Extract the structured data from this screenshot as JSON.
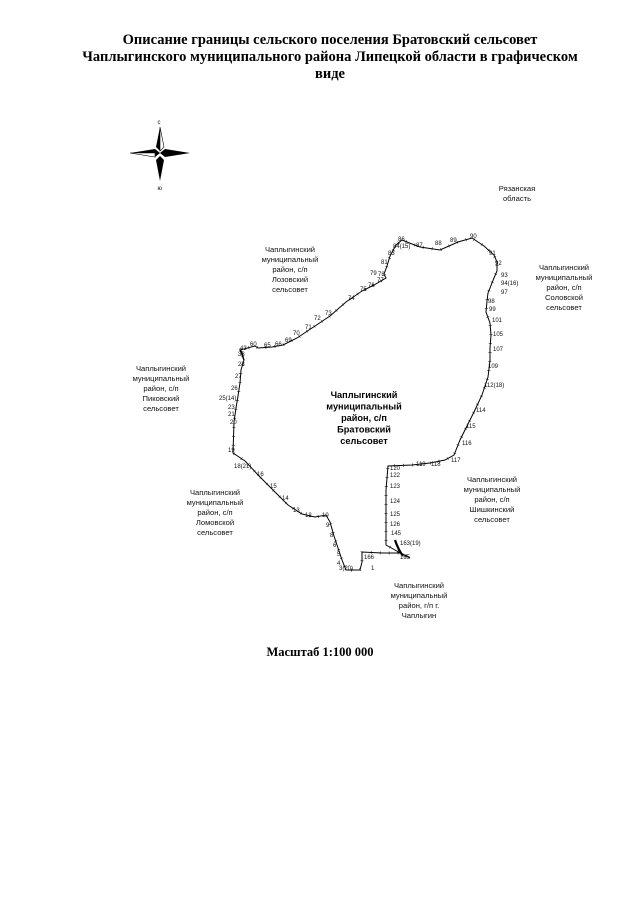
{
  "title": {
    "line1": "Описание границы сельского поселения Братовский сельсовет",
    "line2": "Чаплыгинского муниципального района Липецкой области в графическом",
    "line3": "виде"
  },
  "compass": {
    "north": "с",
    "south": "ю"
  },
  "center_label": [
    "Чаплыгинский",
    "муниципальный",
    "район, с/п",
    "Братовский",
    "сельсовет"
  ],
  "neighbors": [
    {
      "name": "ryazan",
      "lines": [
        "Рязанская",
        "область"
      ]
    },
    {
      "name": "lozovsky",
      "lines": [
        "Чаплыгинский",
        "муниципальный",
        "район, с/п",
        "Лозовский",
        "сельсовет"
      ]
    },
    {
      "name": "solovskoy",
      "lines": [
        "Чаплыгинский",
        "муниципальный",
        "район, с/п",
        "Соловской",
        "сельсовет"
      ]
    },
    {
      "name": "pikovsky",
      "lines": [
        "Чаплыгинский",
        "муниципальный",
        "район, с/п",
        "Пиковский",
        "сельсовет"
      ]
    },
    {
      "name": "shishkinsky",
      "lines": [
        "Чаплыгинский",
        "муниципальный",
        "район, с/п",
        "Шишкинский",
        "сельсовет"
      ]
    },
    {
      "name": "lomovskoy",
      "lines": [
        "Чаплыгинский",
        "муниципальный",
        "район, с/п",
        "Ломовской",
        "сельсовет"
      ]
    },
    {
      "name": "chaplygin",
      "lines": [
        "Чаплыгинский",
        "муниципальный",
        "район, г/п г.",
        "Чаплыгин"
      ]
    }
  ],
  "boundary_points": [
    "1",
    "3(20)",
    "4",
    "5",
    "6",
    "8",
    "9",
    "10",
    "12",
    "13",
    "14",
    "15",
    "16",
    "18(21)",
    "19",
    "20",
    "21",
    "23",
    "25(14)",
    "26",
    "27",
    "28",
    "33",
    "43",
    "60",
    "65",
    "66",
    "69",
    "70",
    "71",
    "72",
    "73",
    "74",
    "75",
    "76",
    "77",
    "78",
    "79",
    "81",
    "83",
    "84(15)",
    "86",
    "87",
    "88",
    "89",
    "90",
    "91",
    "92",
    "93",
    "94(16)",
    "97",
    "98",
    "99",
    "101",
    "105",
    "107",
    "109",
    "112(18)",
    "114",
    "115",
    "116",
    "117",
    "118",
    "119",
    "120",
    "122",
    "123",
    "124",
    "125",
    "126",
    "145",
    "163(19)",
    "165",
    "166"
  ],
  "scale": "Масштаб 1:100 000",
  "colors": {
    "ink": "#000000",
    "paper": "#ffffff"
  }
}
